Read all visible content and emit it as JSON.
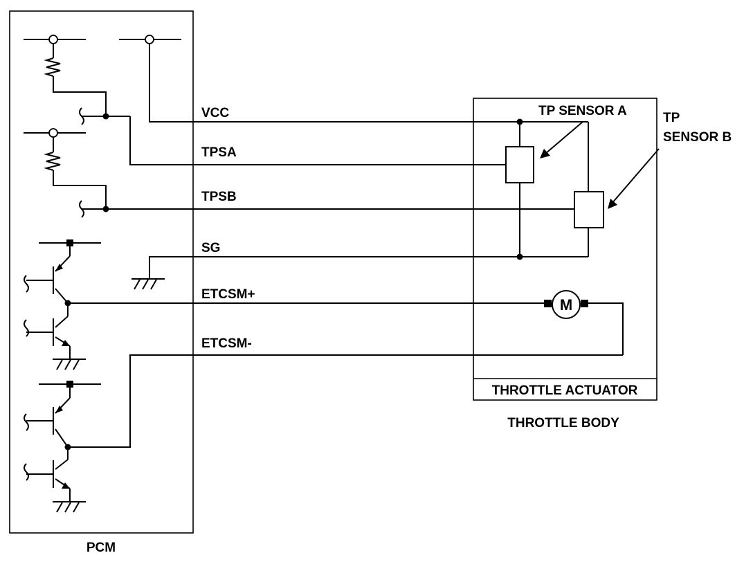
{
  "signals": {
    "vcc": "VCC",
    "tpsa": "TPSA",
    "tpsb": "TPSB",
    "sg": "SG",
    "etcsm_plus": "ETCSM+",
    "etcsm_minus": "ETCSM-"
  },
  "components": {
    "tp_sensor_a": "TP SENSOR A",
    "tp_sensor_b_line1": "TP",
    "tp_sensor_b_line2": "SENSOR B",
    "motor_symbol": "M"
  },
  "blocks": {
    "pcm": "PCM",
    "throttle_actuator": "THROTTLE ACTUATOR",
    "throttle_body": "THROTTLE BODY"
  }
}
